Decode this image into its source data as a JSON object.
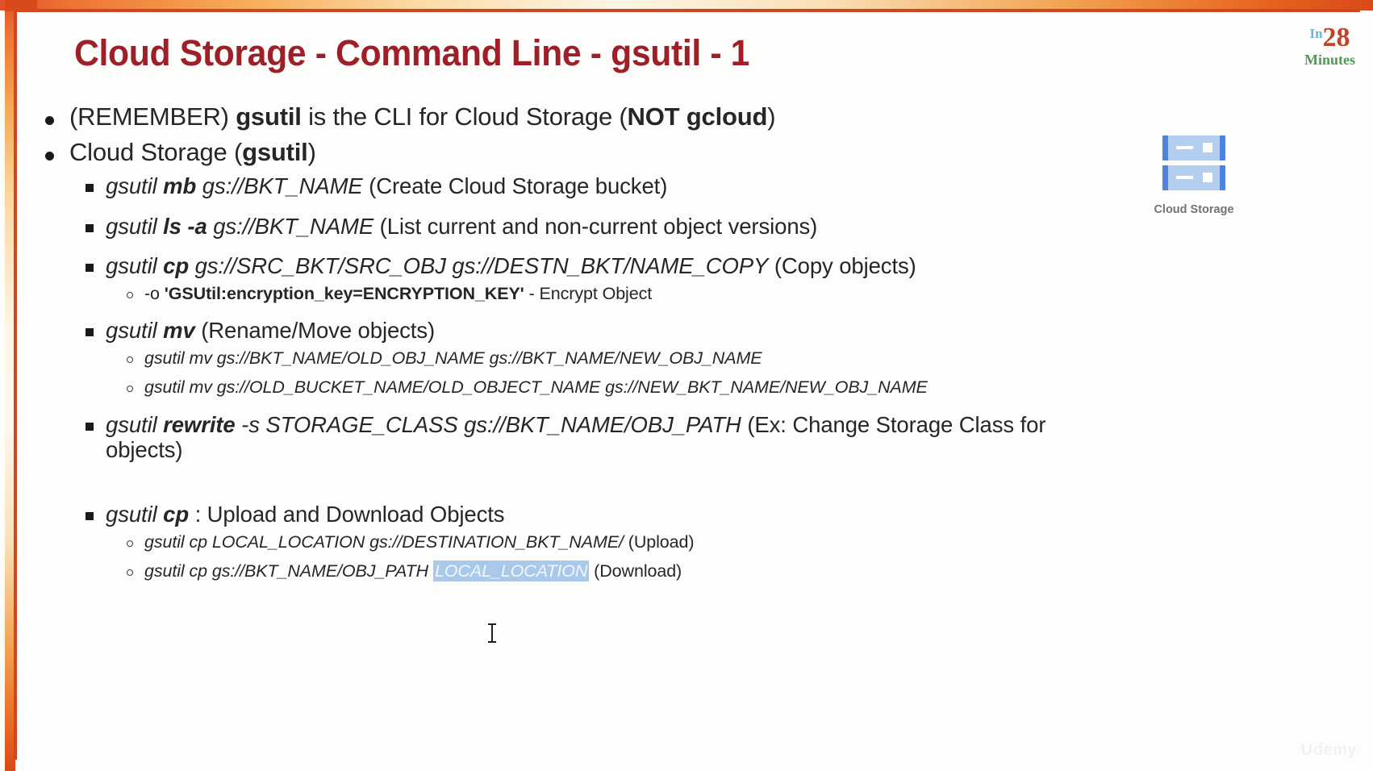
{
  "slide": {
    "title": "Cloud Storage - Command Line - gsutil - 1",
    "title_color": "#9e1f28",
    "background": "#fdfdfb",
    "frame_accent": "#d9491a",
    "watermark": "Udemy"
  },
  "logo": {
    "in": "In",
    "number": "28",
    "minutes": "Minutes",
    "in_color": "#6cb6d6",
    "number_color": "#c0432a",
    "minutes_color": "#4f9a58"
  },
  "service_badge": {
    "icon": "cloud-storage-rack-icon",
    "label": "Cloud Storage",
    "icon_color": "#4d84dd",
    "icon_fill": "#b3ceee"
  },
  "bullets": {
    "b1": {
      "part1": "(REMEMBER) ",
      "bold1": "gsutil",
      "part2": " is the CLI for Cloud Storage (",
      "bold2": "NOT gcloud",
      "part3": ")"
    },
    "b2": {
      "part1": "Cloud Storage (",
      "bold1": "gsutil",
      "part2": ")"
    },
    "mb": {
      "cmd": "gsutil ",
      "sub": "mb",
      "args": " gs://BKT_NAME",
      "desc": " (Create Cloud Storage bucket)"
    },
    "ls": {
      "cmd": "gsutil ",
      "sub": "ls -a",
      "args": " gs://BKT_NAME",
      "desc": " (List current and non-current object versions)"
    },
    "cp": {
      "cmd": "gsutil ",
      "sub": "cp",
      "args": " gs://SRC_BKT/SRC_OBJ gs://DESTN_BKT/NAME_COPY",
      "desc": " (Copy objects)",
      "child": {
        "flag": "-o ",
        "value": "'GSUtil:encryption_key=ENCRYPTION_KEY'",
        "desc": " - Encrypt Object"
      }
    },
    "mv": {
      "cmd": "gsutil ",
      "sub": "mv",
      "desc": " (Rename/Move objects)",
      "children": [
        "gsutil mv gs://BKT_NAME/OLD_OBJ_NAME gs://BKT_NAME/NEW_OBJ_NAME",
        "gsutil mv gs://OLD_BUCKET_NAME/OLD_OBJECT_NAME gs://NEW_BKT_NAME/NEW_OBJ_NAME"
      ]
    },
    "rewrite": {
      "cmd": "gsutil ",
      "sub": " rewrite ",
      "args": " -s  STORAGE_CLASS  gs://BKT_NAME/OBJ_PATH ",
      "desc": " (Ex:  Change  Storage  Class for objects)"
    },
    "cp_updown": {
      "cmd": "gsutil ",
      "sub": "cp",
      "desc": " : Upload and Download Objects",
      "children": [
        {
          "text": "gsutil cp LOCAL_LOCATION gs://DESTINATION_BKT_NAME/",
          "suffix": " (Upload)",
          "selected": "",
          "selected_after": ""
        },
        {
          "text": "gsutil cp gs://BKT_NAME/OBJ_PATH ",
          "selected": "LOCAL_LOCATION",
          "suffix": " (Download)"
        }
      ]
    }
  },
  "selection": {
    "text": "LOCAL_LOCATION",
    "highlight_color": "#a9c9ea",
    "cursor": "text-ibeam-cursor"
  }
}
